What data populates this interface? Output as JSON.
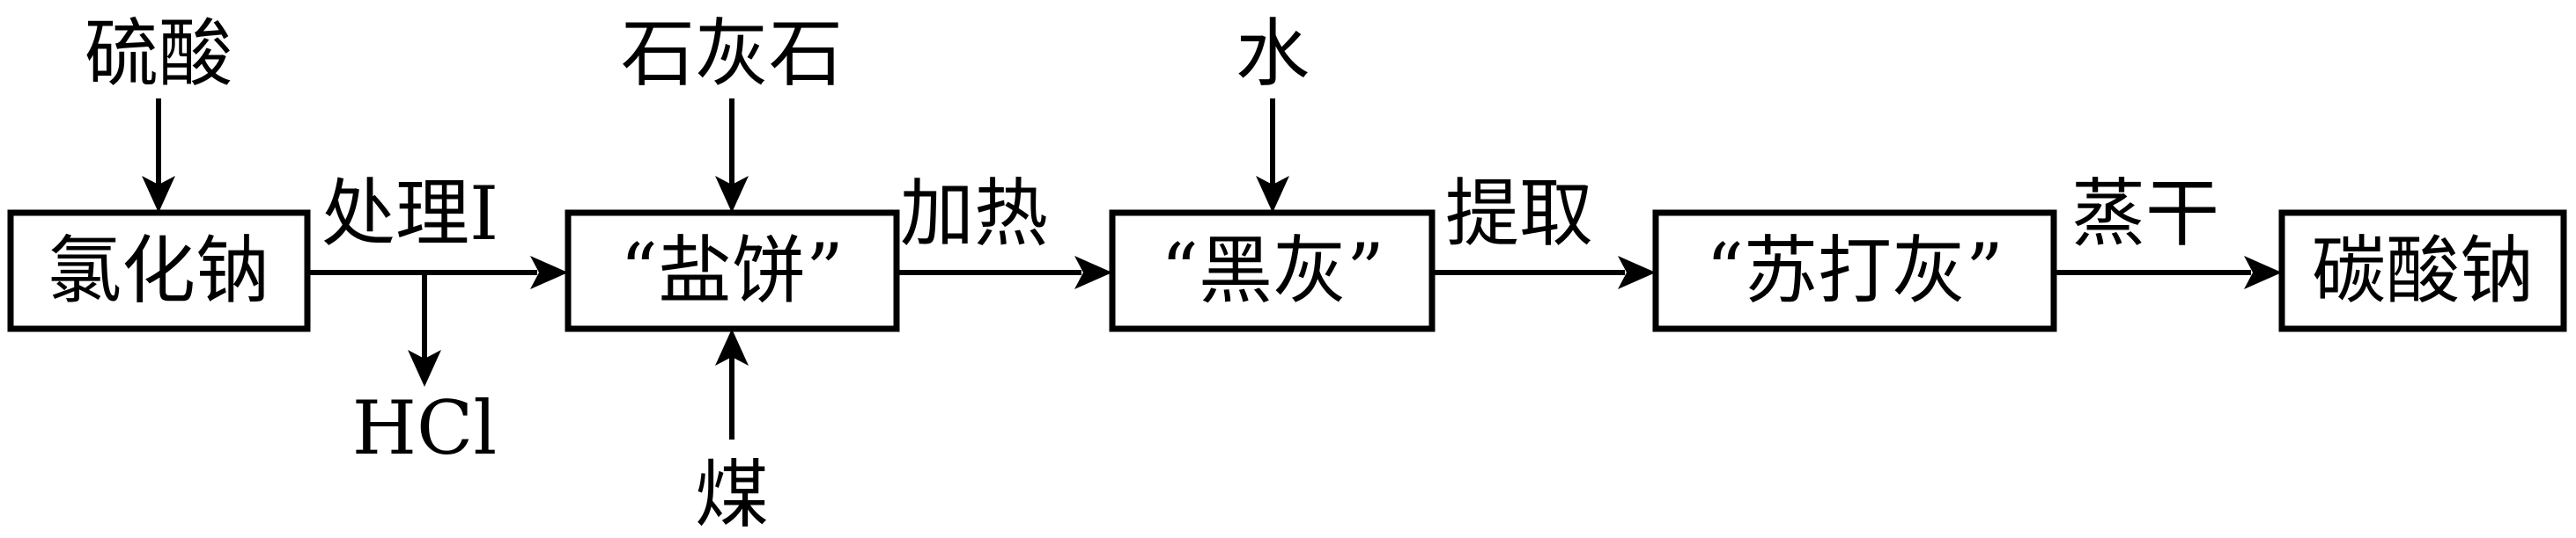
{
  "boxes": {
    "nacl": "氯化钠",
    "salt_cake": "“盐饼”",
    "black_ash": "“黑灰”",
    "soda_ash": "“苏打灰”",
    "sodium_carbonate": "碳酸钠"
  },
  "inputs": {
    "sulfuric_acid": "硫酸",
    "limestone": "石灰石",
    "water": "水",
    "coal": "煤"
  },
  "outputs": {
    "hcl": "HCl"
  },
  "steps": {
    "treat": "处理I",
    "heat": "加热",
    "extract": "提取",
    "evaporate": "蒸干"
  }
}
